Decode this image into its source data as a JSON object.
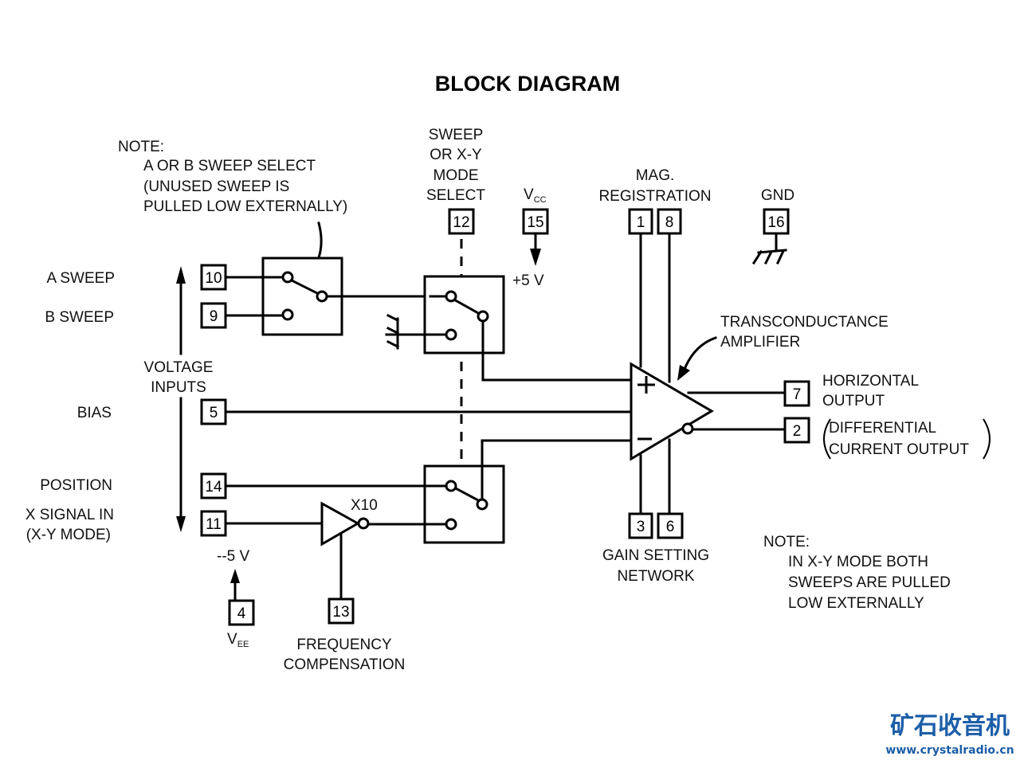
{
  "title": "BLOCK DIAGRAM",
  "notes": {
    "sweep_select": {
      "heading": "NOTE:",
      "lines": [
        "A OR B SWEEP SELECT",
        "(UNUSED SWEEP IS",
        "PULLED LOW EXTERNALLY)"
      ]
    },
    "xy_mode": {
      "heading": "NOTE:",
      "lines": [
        "IN X-Y MODE BOTH",
        "SWEEPS ARE PULLED",
        "LOW EXTERNALLY"
      ]
    }
  },
  "left_labels": {
    "a_sweep": "A SWEEP",
    "b_sweep": "B SWEEP",
    "bias": "BIAS",
    "position": "POSITION",
    "x_signal_line1": "X SIGNAL IN",
    "x_signal_line2": "(X-Y MODE)",
    "voltage_inputs_line1": "VOLTAGE",
    "voltage_inputs_line2": "INPUTS"
  },
  "mode_select": [
    "SWEEP",
    "OR X-Y",
    "MODE",
    "SELECT"
  ],
  "vcc": {
    "label": "V",
    "sub": "CC",
    "voltage": "+5 V"
  },
  "vee": {
    "label": "V",
    "sub": "EE",
    "voltage": "--5 V"
  },
  "mag_registration": [
    "MAG.",
    "REGISTRATION"
  ],
  "gnd": "GND",
  "amplifier": {
    "label": [
      "TRANSCONDUCTANCE",
      "AMPLIFIER"
    ],
    "plus": "+",
    "minus": "–"
  },
  "buffer_gain": "X10",
  "outputs": {
    "horizontal": [
      "HORIZONTAL",
      "OUTPUT"
    ],
    "differential": [
      "DIFFERENTIAL",
      "CURRENT OUTPUT"
    ]
  },
  "gain_setting": [
    "GAIN SETTING",
    "NETWORK"
  ],
  "frequency_comp": [
    "FREQUENCY",
    "COMPENSATION"
  ],
  "pins": {
    "p1": "1",
    "p2": "2",
    "p3": "3",
    "p4": "4",
    "p5": "5",
    "p6": "6",
    "p7": "7",
    "p8": "8",
    "p9": "9",
    "p10": "10",
    "p11": "11",
    "p12": "12",
    "p13": "13",
    "p14": "14",
    "p15": "15",
    "p16": "16"
  },
  "watermark": {
    "brand": "矿石收音机",
    "url": "www.crystalradio.cn"
  }
}
